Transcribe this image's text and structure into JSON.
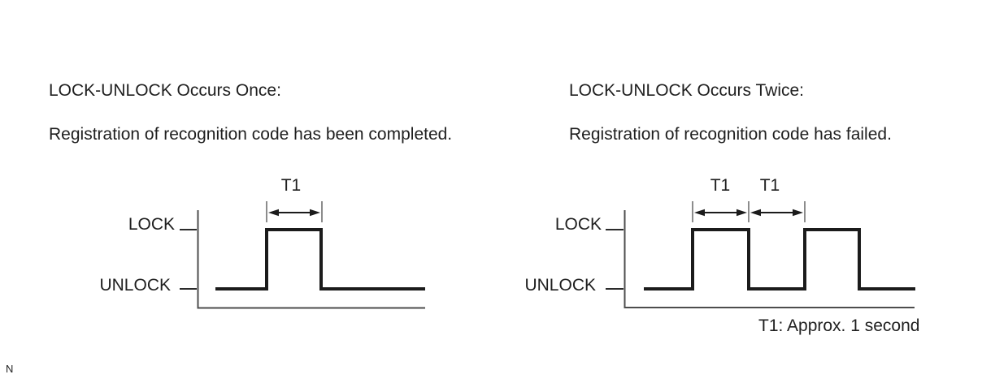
{
  "colors": {
    "background": "#ffffff",
    "text": "#1f1f1f",
    "waveform": "#1b1b1b",
    "axis": "#4d4d4d",
    "extension_line": "#8c8c8c"
  },
  "panels": [
    {
      "title": "LOCK-UNLOCK Occurs Once:",
      "description": "Registration of recognition code has been completed.",
      "diagram": {
        "lock_label": "LOCK",
        "unlock_label": "UNLOCK",
        "pulse_count": 1,
        "timing_marks": [
          "T1"
        ]
      }
    },
    {
      "title": "LOCK-UNLOCK Occurs Twice:",
      "description": "Registration of recognition code has failed.",
      "diagram": {
        "lock_label": "LOCK",
        "unlock_label": "UNLOCK",
        "pulse_count": 2,
        "timing_marks": [
          "T1",
          "T1"
        ]
      }
    }
  ],
  "footnote": "T1: Approx. 1 second",
  "page_marker": "N"
}
